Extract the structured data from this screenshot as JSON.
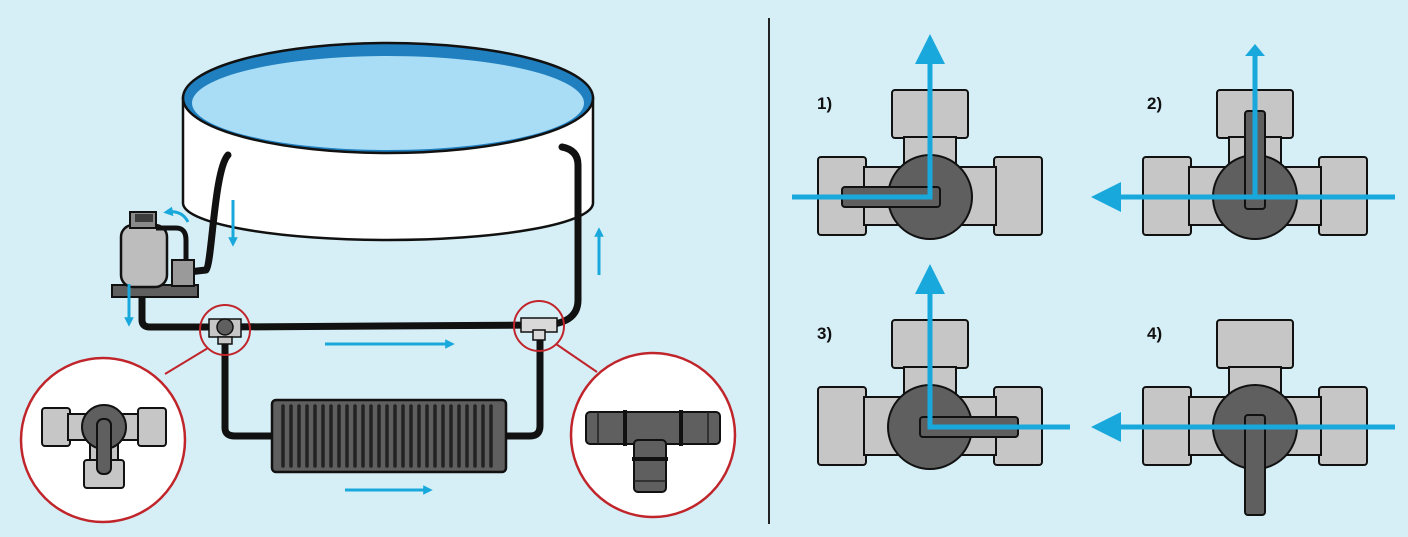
{
  "colors": {
    "background": "#d6eff7",
    "water": "#a9dcf5",
    "pool_rim": "#1f7fbf",
    "hose": "#111111",
    "flow_arrow": "#18a8dc",
    "valve_body": "#c6c6c6",
    "valve_handle": "#5f5f5f",
    "zoom_circle": "#c0252b"
  },
  "valve_positions": [
    {
      "label": "1)"
    },
    {
      "label": "2)"
    },
    {
      "label": "3)"
    },
    {
      "label": "4)"
    }
  ]
}
